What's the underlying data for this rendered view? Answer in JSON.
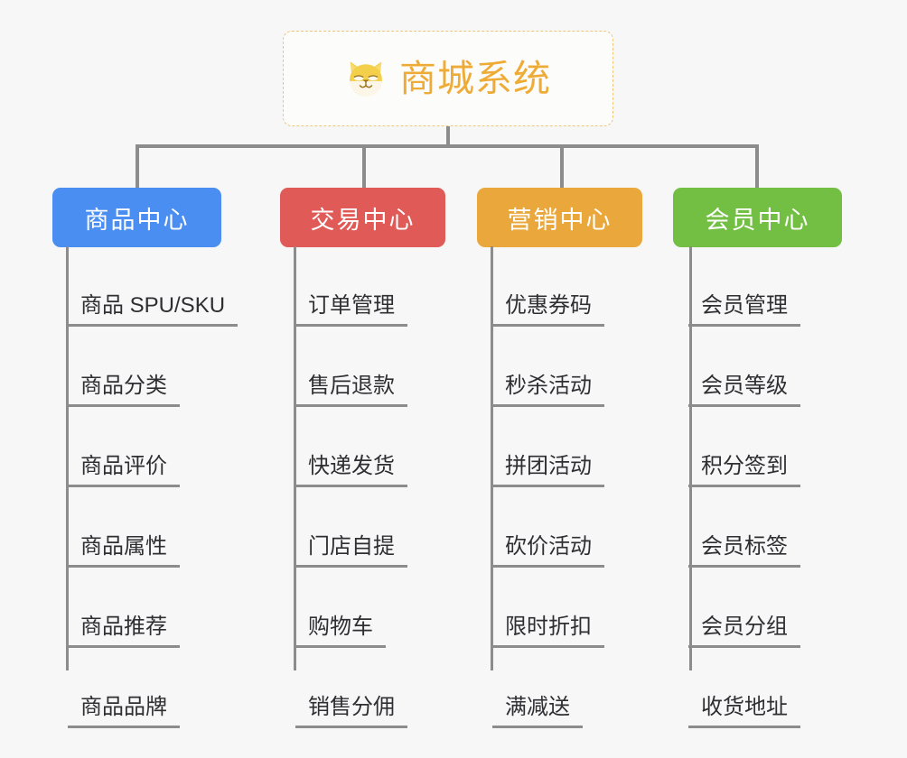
{
  "page": {
    "background_color": "#f7f7f7",
    "connector_color": "#8c8c8c",
    "leaf_text_color": "#2f2f33"
  },
  "root": {
    "title": "商城系统",
    "icon": "dog-face-icon",
    "text_color": "#eeab36",
    "border_color": "#efc675",
    "background_color": "#fcfcfb"
  },
  "branches": [
    {
      "id": "product-center",
      "label": "商品中心",
      "color": "#4a8ef1",
      "items": [
        "商品 SPU/SKU",
        "商品分类",
        "商品评价",
        "商品属性",
        "商品推荐",
        "商品品牌"
      ]
    },
    {
      "id": "trade-center",
      "label": "交易中心",
      "color": "#e05a57",
      "items": [
        "订单管理",
        "售后退款",
        "快递发货",
        "门店自提",
        "购物车",
        "销售分佣"
      ]
    },
    {
      "id": "marketing-center",
      "label": "营销中心",
      "color": "#eaa83c",
      "items": [
        "优惠券码",
        "秒杀活动",
        "拼团活动",
        "砍价活动",
        "限时折扣",
        "满减送"
      ]
    },
    {
      "id": "member-center",
      "label": "会员中心",
      "color": "#73bf44",
      "items": [
        "会员管理",
        "会员等级",
        "积分签到",
        "会员标签",
        "会员分组",
        "收货地址"
      ]
    }
  ]
}
